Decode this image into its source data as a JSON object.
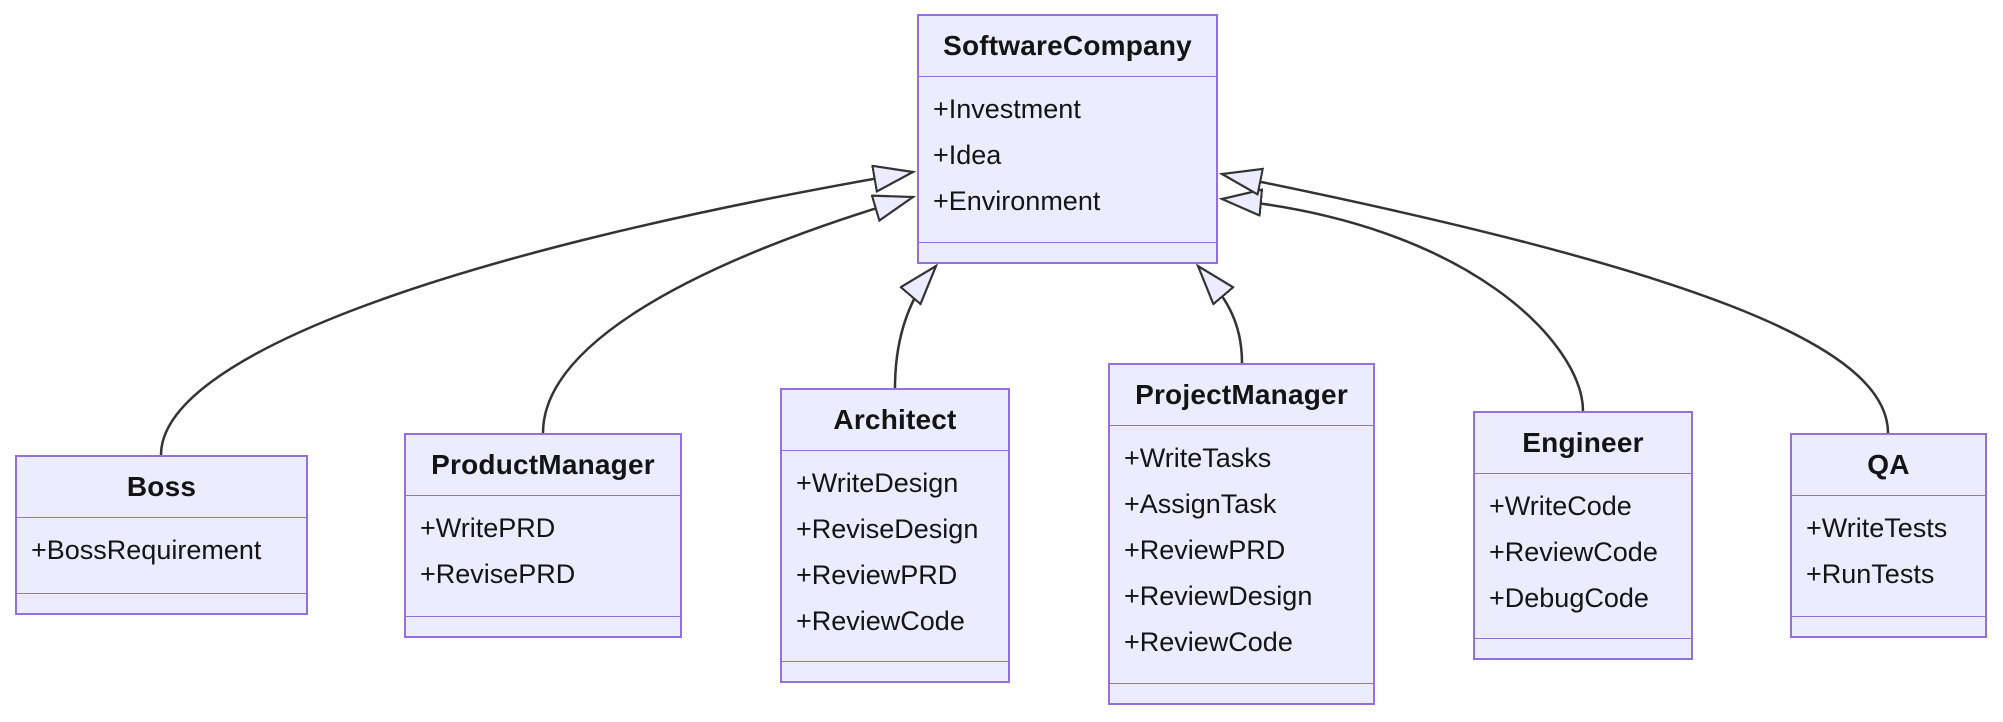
{
  "diagram": {
    "type": "uml-class-diagram",
    "colors": {
      "box_fill": "#ECECFF",
      "box_border": "#9370DB",
      "edge_line": "#333333",
      "arrowhead_fill": "#ECECFF",
      "text": "#141414",
      "background": "#FFFFFF"
    },
    "classes": [
      {
        "name": "SoftwareCompany",
        "members": [
          "+Investment",
          "+Idea",
          "+Environment"
        ]
      },
      {
        "name": "Boss",
        "members": [
          "+BossRequirement"
        ]
      },
      {
        "name": "ProductManager",
        "members": [
          "+WritePRD",
          "+RevisePRD"
        ]
      },
      {
        "name": "Architect",
        "members": [
          "+WriteDesign",
          "+ReviseDesign",
          "+ReviewPRD",
          "+ReviewCode"
        ]
      },
      {
        "name": "ProjectManager",
        "members": [
          "+WriteTasks",
          "+AssignTask",
          "+ReviewPRD",
          "+ReviewDesign",
          "+ReviewCode"
        ]
      },
      {
        "name": "Engineer",
        "members": [
          "+WriteCode",
          "+ReviewCode",
          "+DebugCode"
        ]
      },
      {
        "name": "QA",
        "members": [
          "+WriteTests",
          "+RunTests"
        ]
      }
    ],
    "relationships": [
      {
        "from": "Boss",
        "to": "SoftwareCompany",
        "type": "inheritance"
      },
      {
        "from": "ProductManager",
        "to": "SoftwareCompany",
        "type": "inheritance"
      },
      {
        "from": "Architect",
        "to": "SoftwareCompany",
        "type": "inheritance"
      },
      {
        "from": "ProjectManager",
        "to": "SoftwareCompany",
        "type": "inheritance"
      },
      {
        "from": "Engineer",
        "to": "SoftwareCompany",
        "type": "inheritance"
      },
      {
        "from": "QA",
        "to": "SoftwareCompany",
        "type": "inheritance"
      }
    ]
  }
}
